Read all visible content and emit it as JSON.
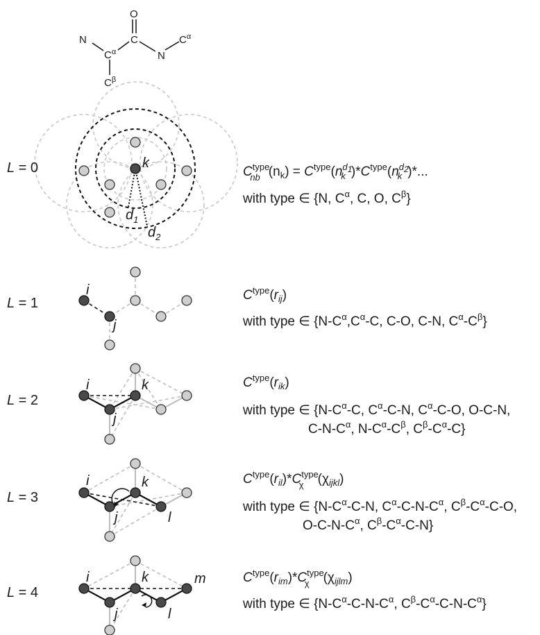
{
  "molecule": {
    "O": "O",
    "C": "C",
    "N_left": "N",
    "N_right": "N",
    "Ca_base": "C",
    "Ca_sup": "α",
    "Cb_base": "C",
    "Cb_sup": "β",
    "Ca2_base": "C",
    "Ca2_sup": "α"
  },
  "levels": [
    {
      "label_var": "L",
      "label_rest": " = 0",
      "atoms": {
        "k": "k",
        "d1": "d",
        "d1_sub": "1",
        "d2": "d",
        "d2_sub": "2"
      },
      "eq_line1": {
        "C": "C",
        "sub": "nb",
        "sup": "type",
        "arg": "(n",
        "arg_sub": "k",
        "arg_close": ") = ",
        "C2": "C",
        "sup2": "type",
        "p2": "(",
        "n2": "n",
        "n2_sub": "k",
        "n2_sup": "d",
        "n2_sup_sub": "1",
        "c2": ")*",
        "C3": "C",
        "sup3": "type",
        "p3": "(",
        "n3": "n",
        "n3_sub": "k",
        "n3_sup": "d",
        "n3_sup_sub": "2",
        "c3": ")*..."
      },
      "eq_line2": {
        "pre": "with type ∈ {N, C",
        "a": "α",
        "mid": ", C, O, C",
        "b": "β",
        "end": "}"
      }
    },
    {
      "label_var": "L",
      "label_rest": " = 1",
      "atoms": {
        "i": "i",
        "j": "j"
      },
      "eq_line1": {
        "C": "C",
        "sup": "type",
        "open": "(",
        "r": "r",
        "r_sub": "ij",
        "close": ")"
      },
      "eq_line2": {
        "p1": "with type ∈ {N-C",
        "a1": "α",
        "p2": ",C",
        "a2": "α",
        "p3": "-C, C-O, C-N, C",
        "a3": "α",
        "p4": "-C",
        "b4": "β",
        "p5": "}"
      }
    },
    {
      "label_var": "L",
      "label_rest": " = 2",
      "atoms": {
        "i": "i",
        "j": "j",
        "k": "k"
      },
      "eq_line1": {
        "C": "C",
        "sup": "type",
        "open": "(",
        "r": "r",
        "r_sub": "ik",
        "close": ")"
      },
      "eq_line2": {
        "p1": "with type ∈ {N-C",
        "a1": "α",
        "p2": "-C, C",
        "a2": "α",
        "p3": "-C-N, C",
        "a3": "α",
        "p4": "-C-O, O-C-N,"
      },
      "eq_line3": {
        "p1": "C-N-C",
        "a1": "α",
        "p2": ", N-C",
        "a2": "α",
        "p3": "-C",
        "b3": "β",
        "p4": ", C",
        "b4": "β",
        "p5": "-C",
        "a5": "α",
        "p6": "-C}"
      }
    },
    {
      "label_var": "L",
      "label_rest": " = 3",
      "atoms": {
        "i": "i",
        "j": "j",
        "k": "k",
        "l": "l"
      },
      "eq_line1": {
        "C": "C",
        "sup": "type",
        "open": "(",
        "r": "r",
        "r_sub": "il",
        "close": ")*",
        "C2": "C",
        "sup2": "type",
        "sub2": "χ",
        "open2": "(χ",
        "chi_sub": "ijkl",
        "close2": ")"
      },
      "eq_line2": {
        "p1": "with type ∈ {N-C",
        "a1": "α",
        "p2": "-C-N, C",
        "a2": "α",
        "p3": "-C-N-C",
        "a3": "α",
        "p4": ", C",
        "b4": "β",
        "p5": "-C",
        "a5": "α",
        "p6": "-C-O,"
      },
      "eq_line3": {
        "p1": "O-C-N-C",
        "a1": "α",
        "p2": ", C",
        "b2": "β",
        "p3": "-C",
        "a3": "α",
        "p4": "-C-N}"
      }
    },
    {
      "label_var": "L",
      "label_rest": " = 4",
      "atoms": {
        "i": "i",
        "j": "j",
        "k": "k",
        "l": "l",
        "m": "m"
      },
      "eq_line1": {
        "C": "C",
        "sup": "type",
        "open": "(",
        "r": "r",
        "r_sub": "im",
        "close": ")*",
        "C2": "C",
        "sup2": "type",
        "sub2": "χ",
        "open2": "(χ",
        "chi_sub": "ijlm",
        "close2": ")"
      },
      "eq_line2": {
        "p1": "with type ∈ {N-C",
        "a1": "α",
        "p2": "-C-N-C",
        "a2": "α",
        "p3": ", C",
        "b3": "β",
        "p4": "-C",
        "a4": "α",
        "p5": "-C-N-C",
        "a5": "α",
        "p6": "}"
      }
    }
  ],
  "colors": {
    "dark_atom": "#4a4a4a",
    "light_atom": "#cfcfcf",
    "gray_line": "#bdbdbd"
  }
}
